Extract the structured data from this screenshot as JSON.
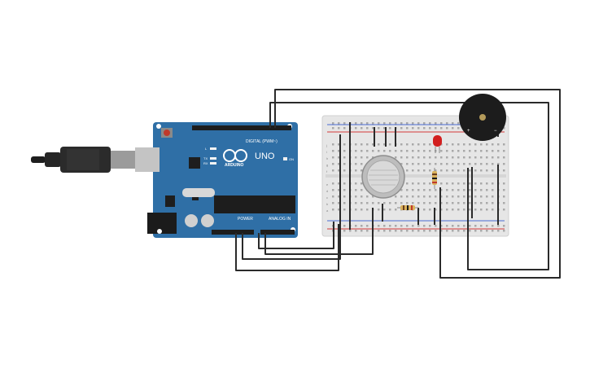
{
  "arduino": {
    "model_label": "UNO",
    "brand_label": "ARDUINO",
    "digital_header_label": "DIGITAL (PWM~)",
    "power_header_label": "POWER",
    "analog_header_label": "ANALOG IN",
    "on_led_label": "ON",
    "tx_label": "TX",
    "rx_label": "RX",
    "l_label": "L"
  },
  "breadboard": {
    "row_letters_top": [
      "j",
      "i",
      "h",
      "g",
      "f"
    ],
    "row_letters_bottom": [
      "e",
      "d",
      "c",
      "b",
      "a"
    ]
  },
  "buzzer": {
    "plus_label": "+",
    "minus_label": "−"
  },
  "colors": {
    "board_blue": "#2f6fa6",
    "wire": "#2a2a2a",
    "breadboard": "#e6e6e6",
    "led_red": "#d21f1f",
    "sensor_silver": "#c9c9c9"
  }
}
